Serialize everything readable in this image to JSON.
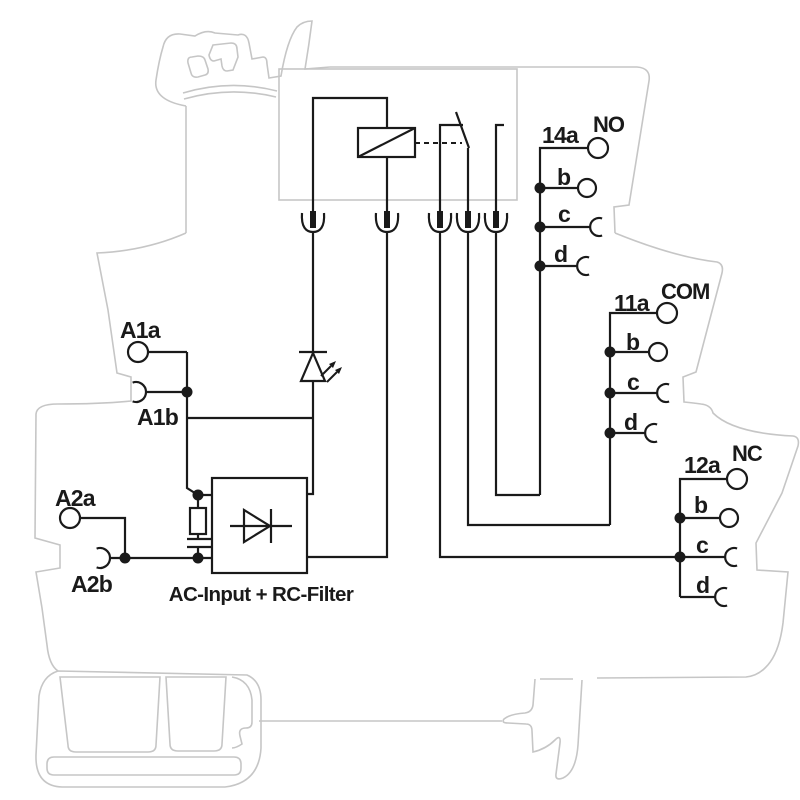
{
  "schematic": {
    "description": "Relay terminal-block module wiring diagram",
    "input": {
      "a1a": "A1a",
      "a1b": "A1b",
      "a2a": "A2a",
      "a2b": "A2b",
      "filter_label": "AC-Input + RC-Filter"
    },
    "outputs": {
      "no": {
        "fn": "NO",
        "a": "14a",
        "b": "b",
        "c": "c",
        "d": "d"
      },
      "com": {
        "fn": "COM",
        "a": "11a",
        "b": "b",
        "c": "c",
        "d": "d"
      },
      "nc": {
        "fn": "NC",
        "a": "12a",
        "b": "b",
        "c": "c",
        "d": "d"
      }
    },
    "components": [
      "relay-coil",
      "relay-contact",
      "led",
      "bridge-rectifier",
      "resistor",
      "capacitor",
      "plug-in-connectors"
    ],
    "colors": {
      "circuit": "#1a1a1a",
      "housing_outline": "#c6c6c6",
      "background": "#ffffff"
    }
  }
}
